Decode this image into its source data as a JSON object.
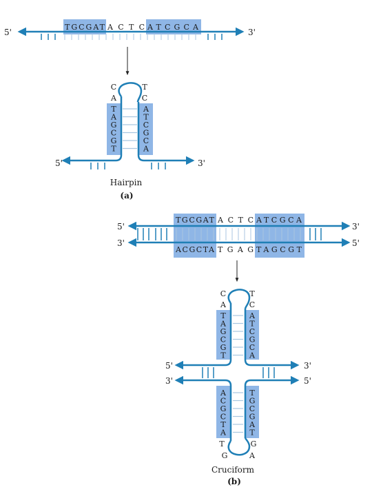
{
  "colors": {
    "strand": "#1f7fb6",
    "box": "#8fb6e6",
    "arrow": "#222222"
  },
  "panel_a": {
    "strand_start": "5'",
    "strand_end": "3'",
    "arm_left": "TGCGAT",
    "loop": "ACTC",
    "arm_right": "ATCGCA",
    "loop_left": [
      "C",
      "A"
    ],
    "loop_right": [
      "T",
      "C"
    ],
    "stem_left": [
      "T",
      "A",
      "G",
      "C",
      "G",
      "T"
    ],
    "stem_right": [
      "A",
      "T",
      "C",
      "G",
      "C",
      "A"
    ],
    "hairpin_start": "5'",
    "hairpin_end": "3'",
    "structure_label": "Hairpin",
    "caption": "(a)"
  },
  "panel_b": {
    "top_start": "5'",
    "top_end": "3'",
    "bottom_start": "3'",
    "bottom_end": "5'",
    "top_arm_left": "TGCGAT",
    "top_loop": "ACTC",
    "top_arm_right": "ATCGCA",
    "bottom_arm_left": "ACGCTA",
    "bottom_loop": "TGAG",
    "bottom_arm_right": "TAGCGT",
    "upper_loop_left": [
      "C",
      "A"
    ],
    "upper_loop_right": [
      "T",
      "C"
    ],
    "upper_stem_left": [
      "T",
      "A",
      "G",
      "C",
      "G",
      "T"
    ],
    "upper_stem_right": [
      "A",
      "T",
      "C",
      "G",
      "C",
      "A"
    ],
    "lower_stem_left": [
      "A",
      "C",
      "G",
      "C",
      "T",
      "A"
    ],
    "lower_stem_right": [
      "T",
      "G",
      "C",
      "G",
      "A",
      "T"
    ],
    "lower_loop_left": [
      "T",
      "G"
    ],
    "lower_loop_right": [
      "G",
      "A"
    ],
    "cross_top_start": "5'",
    "cross_top_end": "3'",
    "cross_bottom_start": "3'",
    "cross_bottom_end": "5'",
    "structure_label": "Cruciform",
    "caption": "(b)"
  }
}
